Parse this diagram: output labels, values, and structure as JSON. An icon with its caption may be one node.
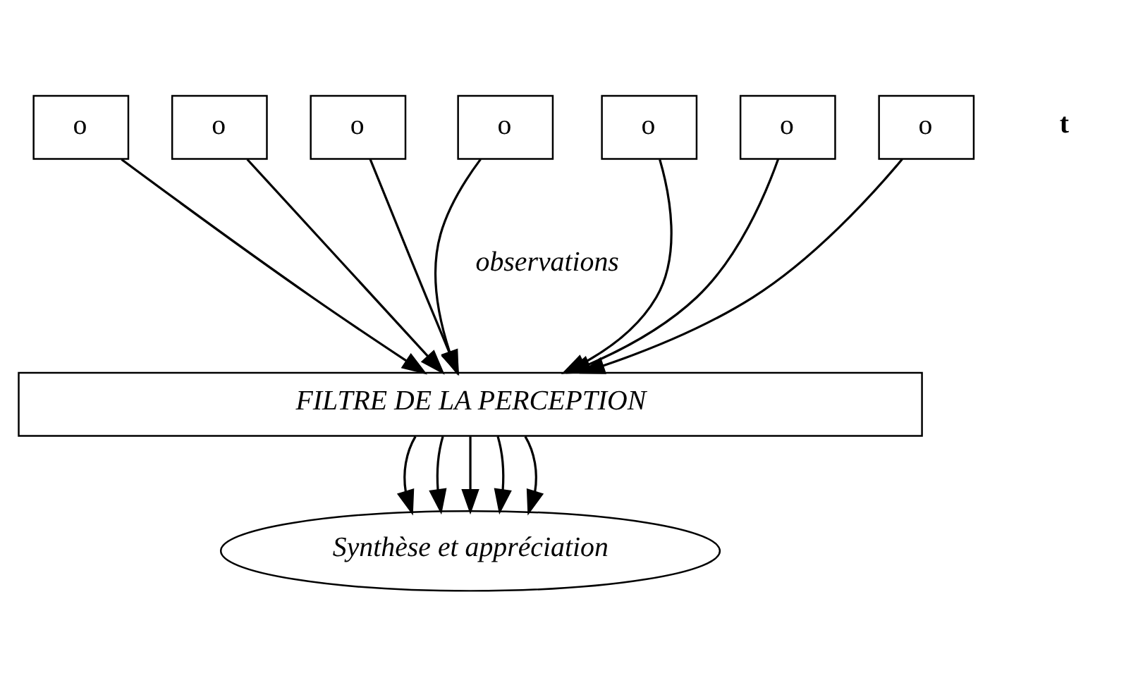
{
  "diagram": {
    "nodes": [
      {
        "text": [
          "o"
        ]
      },
      {
        "text": [
          "o"
        ]
      },
      {
        "text": [
          "o"
        ]
      },
      {
        "text": [
          "o"
        ]
      },
      {
        "text": [
          "o"
        ]
      },
      {
        "text": [
          "o"
        ]
      },
      {
        "text": [
          "o"
        ]
      },
      {
        "text": [
          "FILTRE DE LA PERCEPTION"
        ]
      },
      {
        "text": [
          "Synthèse et appréciation"
        ]
      }
    ],
    "edges": [
      {
        "from": 0,
        "to": 7,
        "arrow": "to"
      },
      {
        "from": 1,
        "to": 7,
        "arrow": "to"
      },
      {
        "from": 2,
        "to": 7,
        "arrow": "to"
      },
      {
        "from": 3,
        "to": 7,
        "arrow": "to"
      },
      {
        "from": 4,
        "to": 7,
        "arrow": "to"
      },
      {
        "from": 5,
        "to": 7,
        "arrow": "to"
      },
      {
        "from": 6,
        "to": 7,
        "arrow": "to"
      },
      {
        "from": 7,
        "to": 8,
        "arrow": "to"
      },
      {
        "from": 7,
        "to": 8,
        "arrow": "to"
      },
      {
        "from": 7,
        "to": 8,
        "arrow": "to"
      },
      {
        "from": 7,
        "to": 8,
        "arrow": "to"
      },
      {
        "from": 7,
        "to": 8,
        "arrow": "to"
      }
    ],
    "labels": [
      "t",
      "observations"
    ]
  }
}
